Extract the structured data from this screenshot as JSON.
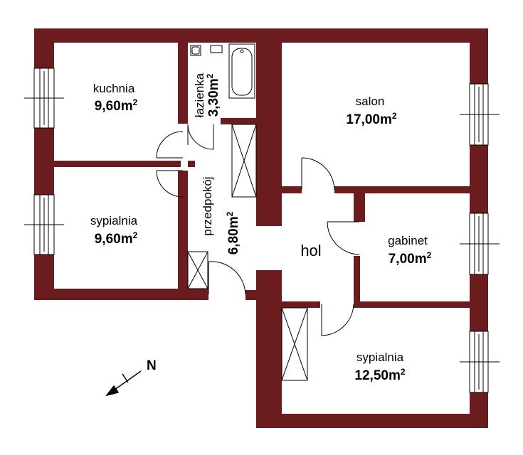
{
  "colors": {
    "wall": "#6b1c1f",
    "line": "#000000",
    "background": "#ffffff"
  },
  "rooms": [
    {
      "id": "kuchnia",
      "name": "kuchnia",
      "area": "9,60m",
      "unit_sup": "2"
    },
    {
      "id": "lazienka",
      "name": "łazienka",
      "area": "3,30m",
      "unit_sup": "2"
    },
    {
      "id": "salon",
      "name": "salon",
      "area": "17,00m",
      "unit_sup": "2"
    },
    {
      "id": "sypialnia-1",
      "name": "sypialnia",
      "area": "9,60m",
      "unit_sup": "2"
    },
    {
      "id": "przedpokoj",
      "name": "przedpokój",
      "area": "6,80m",
      "unit_sup": "2"
    },
    {
      "id": "hol",
      "name": "hol"
    },
    {
      "id": "gabinet",
      "name": "gabinet",
      "area": "7,00m",
      "unit_sup": "2"
    },
    {
      "id": "sypialnia-2",
      "name": "sypialnia",
      "area": "12,50m",
      "unit_sup": "2"
    }
  ],
  "compass": {
    "label": "N",
    "icon": "north-arrow-icon"
  }
}
